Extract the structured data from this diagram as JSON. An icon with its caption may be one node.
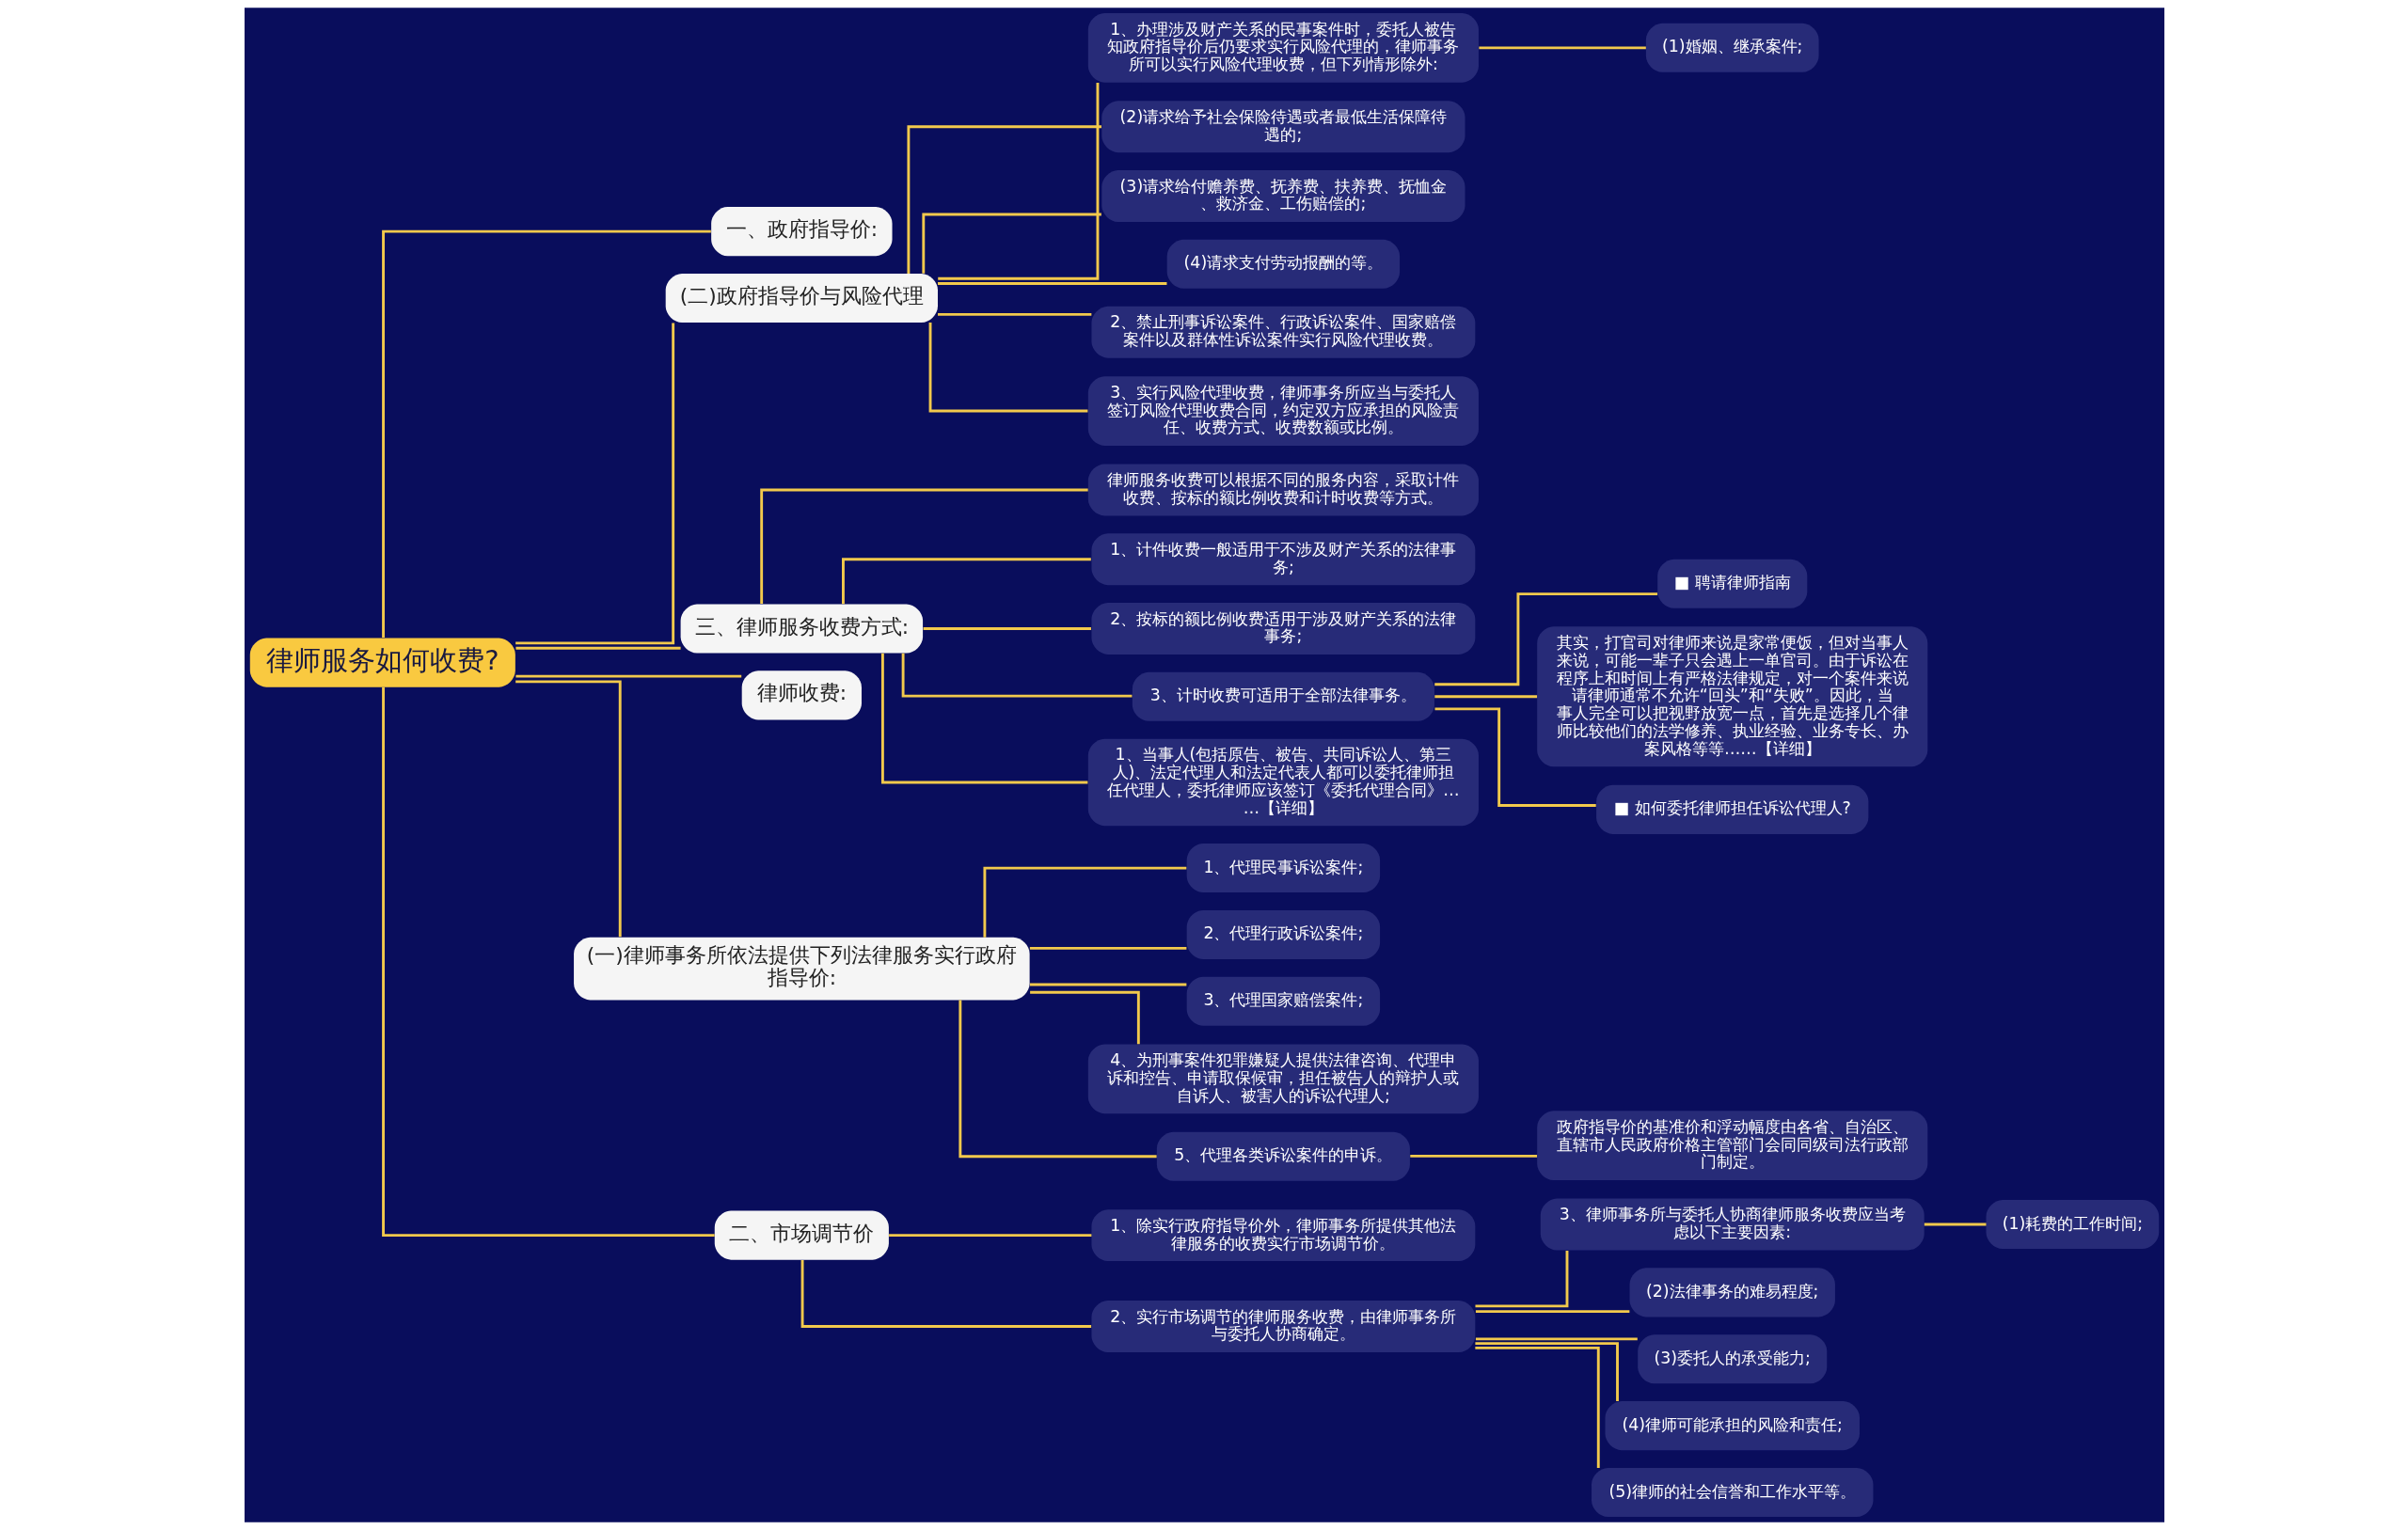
{
  "diagram": {
    "nodes": [
      {
        "text": [
          "律师服务如何收费?"
        ]
      },
      {
        "text": [
          "一、政府指导价:"
        ]
      },
      {
        "text": [
          "(二)政府指导价与风险代理"
        ]
      },
      {
        "text": [
          "1、办理涉及财产关系的民事案件时，委托人被告知政府指导价后仍要求实行风险代理的，律师事务所可以实行风险代理收费，但下列情形除外:"
        ]
      },
      {
        "text": [
          "(1)婚姻、继承案件;"
        ]
      },
      {
        "text": [
          "(2)请求给予社会保险待遇或者最低生活保障待遇的;"
        ]
      },
      {
        "text": [
          "(3)请求给付赡养费、抚养费、扶养费、抚恤金、救济金、工伤赔偿的;"
        ]
      },
      {
        "text": [
          "(4)请求支付劳动报酬的等。"
        ]
      },
      {
        "text": [
          "2、禁止刑事诉讼案件、行政诉讼案件、国家赔偿案件以及群体性诉讼案件实行风险代理收费。"
        ]
      },
      {
        "text": [
          "3、实行风险代理收费，律师事务所应当与委托人签订风险代理收费合同，约定双方应承担的风险责任、收费方式、收费数额或比例。"
        ]
      },
      {
        "text": [
          "三、律师服务收费方式:"
        ]
      },
      {
        "text": [
          "律师服务收费可以根据不同的服务内容，采取计件收费、按标的额比例收费和计时收费等方式。"
        ]
      },
      {
        "text": [
          "1、计件收费一般适用于不涉及财产关系的法律事务;"
        ]
      },
      {
        "text": [
          "2、按标的额比例收费适用于涉及财产关系的法律事务;"
        ]
      },
      {
        "text": [
          "3、计时收费可适用于全部法律事务。"
        ]
      },
      {
        "text": [
          "■ 聘请律师指南"
        ]
      },
      {
        "text": [
          "其实，打官司对律师来说是家常便饭，但对当事人来说，可能一辈子只会遇上一单官司。由于诉讼在程序上和时间上有严格法律规定，对一个案件来说请律师通常不允许“回头”和“失败”。因此，当事人完全可以把视野放宽一点，首先是选择几个律师比较他们的法学修养、执业经验、业务专长、办案风格等等……【详细】"
        ]
      },
      {
        "text": [
          "■ 如何委托律师担任诉讼代理人?"
        ]
      },
      {
        "text": [
          "1、当事人(包括原告、被告、共同诉讼人、第三人)、法定代理人和法定代表人都可以委托律师担任代理人，委托律师应该签订《委托代理合同》……【详细】"
        ]
      },
      {
        "text": [
          "律师收费:"
        ]
      },
      {
        "text": [
          "(一)律师事务所依法提供下列法律服务实行政府指导价:"
        ]
      },
      {
        "text": [
          "1、代理民事诉讼案件;"
        ]
      },
      {
        "text": [
          "2、代理行政诉讼案件;"
        ]
      },
      {
        "text": [
          "3、代理国家赔偿案件;"
        ]
      },
      {
        "text": [
          "4、为刑事案件犯罪嫌疑人提供法律咨询、代理申诉和控告、申请取保候审，担任被告人的辩护人或自诉人、被害人的诉讼代理人;"
        ]
      },
      {
        "text": [
          "5、代理各类诉讼案件的申诉。"
        ]
      },
      {
        "text": [
          "政府指导价的基准价和浮动幅度由各省、自治区、直辖市人民政府价格主管部门会同同级司法行政部门制定。"
        ]
      },
      {
        "text": [
          "二、市场调节价"
        ]
      },
      {
        "text": [
          "1、除实行政府指导价外，律师事务所提供其他法律服务的收费实行市场调节价。"
        ]
      },
      {
        "text": [
          "2、实行市场调节的律师服务收费，由律师事务所与委托人协商确定。"
        ]
      },
      {
        "text": [
          "3、律师事务所与委托人协商律师服务收费应当考虑以下主要因素:"
        ]
      },
      {
        "text": [
          "(1)耗费的工作时间;"
        ]
      },
      {
        "text": [
          "(2)法律事务的难易程度;"
        ]
      },
      {
        "text": [
          "(3)委托人的承受能力;"
        ]
      },
      {
        "text": [
          "(4)律师可能承担的风险和责任;"
        ]
      },
      {
        "text": [
          "(5)律师的社会信誉和工作水平等。"
        ]
      }
    ],
    "edges": [
      {
        "from": 0,
        "to": 1,
        "arrow": "none"
      },
      {
        "from": 0,
        "to": 2,
        "arrow": "none"
      },
      {
        "from": 2,
        "to": 3,
        "arrow": "none"
      },
      {
        "from": 3,
        "to": 4,
        "arrow": "none"
      },
      {
        "from": 2,
        "to": 5,
        "arrow": "none"
      },
      {
        "from": 2,
        "to": 6,
        "arrow": "none"
      },
      {
        "from": 2,
        "to": 7,
        "arrow": "none"
      },
      {
        "from": 2,
        "to": 8,
        "arrow": "none"
      },
      {
        "from": 2,
        "to": 9,
        "arrow": "none"
      },
      {
        "from": 0,
        "to": 10,
        "arrow": "none"
      },
      {
        "from": 10,
        "to": 11,
        "arrow": "none"
      },
      {
        "from": 10,
        "to": 12,
        "arrow": "none"
      },
      {
        "from": 10,
        "to": 13,
        "arrow": "none"
      },
      {
        "from": 10,
        "to": 14,
        "arrow": "none"
      },
      {
        "from": 14,
        "to": 15,
        "arrow": "none"
      },
      {
        "from": 14,
        "to": 16,
        "arrow": "none"
      },
      {
        "from": 14,
        "to": 17,
        "arrow": "none"
      },
      {
        "from": 10,
        "to": 18,
        "arrow": "none"
      },
      {
        "from": 0,
        "to": 19,
        "arrow": "none"
      },
      {
        "from": 0,
        "to": 20,
        "arrow": "none"
      },
      {
        "from": 20,
        "to": 21,
        "arrow": "none"
      },
      {
        "from": 20,
        "to": 22,
        "arrow": "none"
      },
      {
        "from": 20,
        "to": 23,
        "arrow": "none"
      },
      {
        "from": 20,
        "to": 24,
        "arrow": "none"
      },
      {
        "from": 20,
        "to": 25,
        "arrow": "none"
      },
      {
        "from": 25,
        "to": 26,
        "arrow": "none"
      },
      {
        "from": 0,
        "to": 27,
        "arrow": "none"
      },
      {
        "from": 27,
        "to": 28,
        "arrow": "none"
      },
      {
        "from": 27,
        "to": 29,
        "arrow": "none"
      },
      {
        "from": 29,
        "to": 30,
        "arrow": "none"
      },
      {
        "from": 30,
        "to": 31,
        "arrow": "none"
      },
      {
        "from": 29,
        "to": 32,
        "arrow": "none"
      },
      {
        "from": 29,
        "to": 33,
        "arrow": "none"
      },
      {
        "from": 29,
        "to": 34,
        "arrow": "none"
      },
      {
        "from": 29,
        "to": 35,
        "arrow": "none"
      }
    ]
  }
}
